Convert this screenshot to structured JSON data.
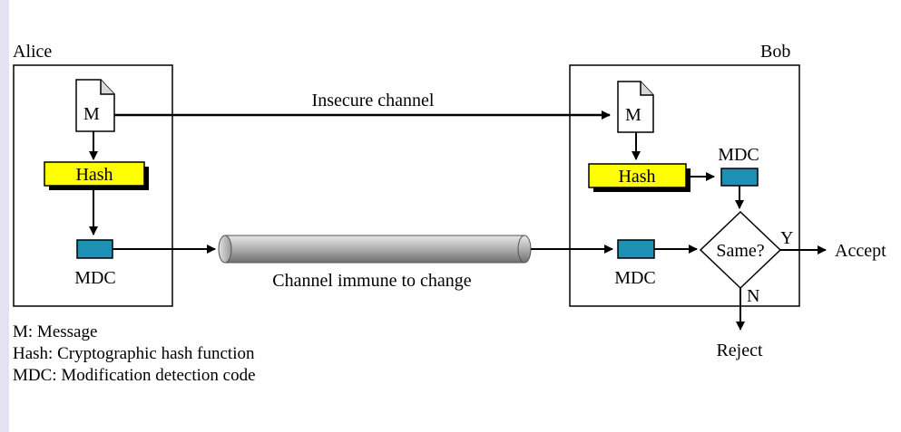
{
  "parties": {
    "sender": "Alice",
    "receiver": "Bob"
  },
  "doc_label": "M",
  "hash_label": "Hash",
  "mdc_label": "MDC",
  "channels": {
    "insecure": "Insecure channel",
    "immune": "Channel immune to change"
  },
  "decision": {
    "question": "Same?",
    "yes": "Y",
    "no": "N"
  },
  "outcomes": {
    "accept": "Accept",
    "reject": "Reject"
  },
  "legend": [
    "M: Message",
    "Hash: Cryptographic hash function",
    "MDC: Modification detection code"
  ],
  "colors": {
    "hash_fill": "#ffff00",
    "mdc_fill": "#1e8fb5",
    "pipe_fill": "#b8b8b8",
    "left_strip": "#e2e2f2"
  }
}
